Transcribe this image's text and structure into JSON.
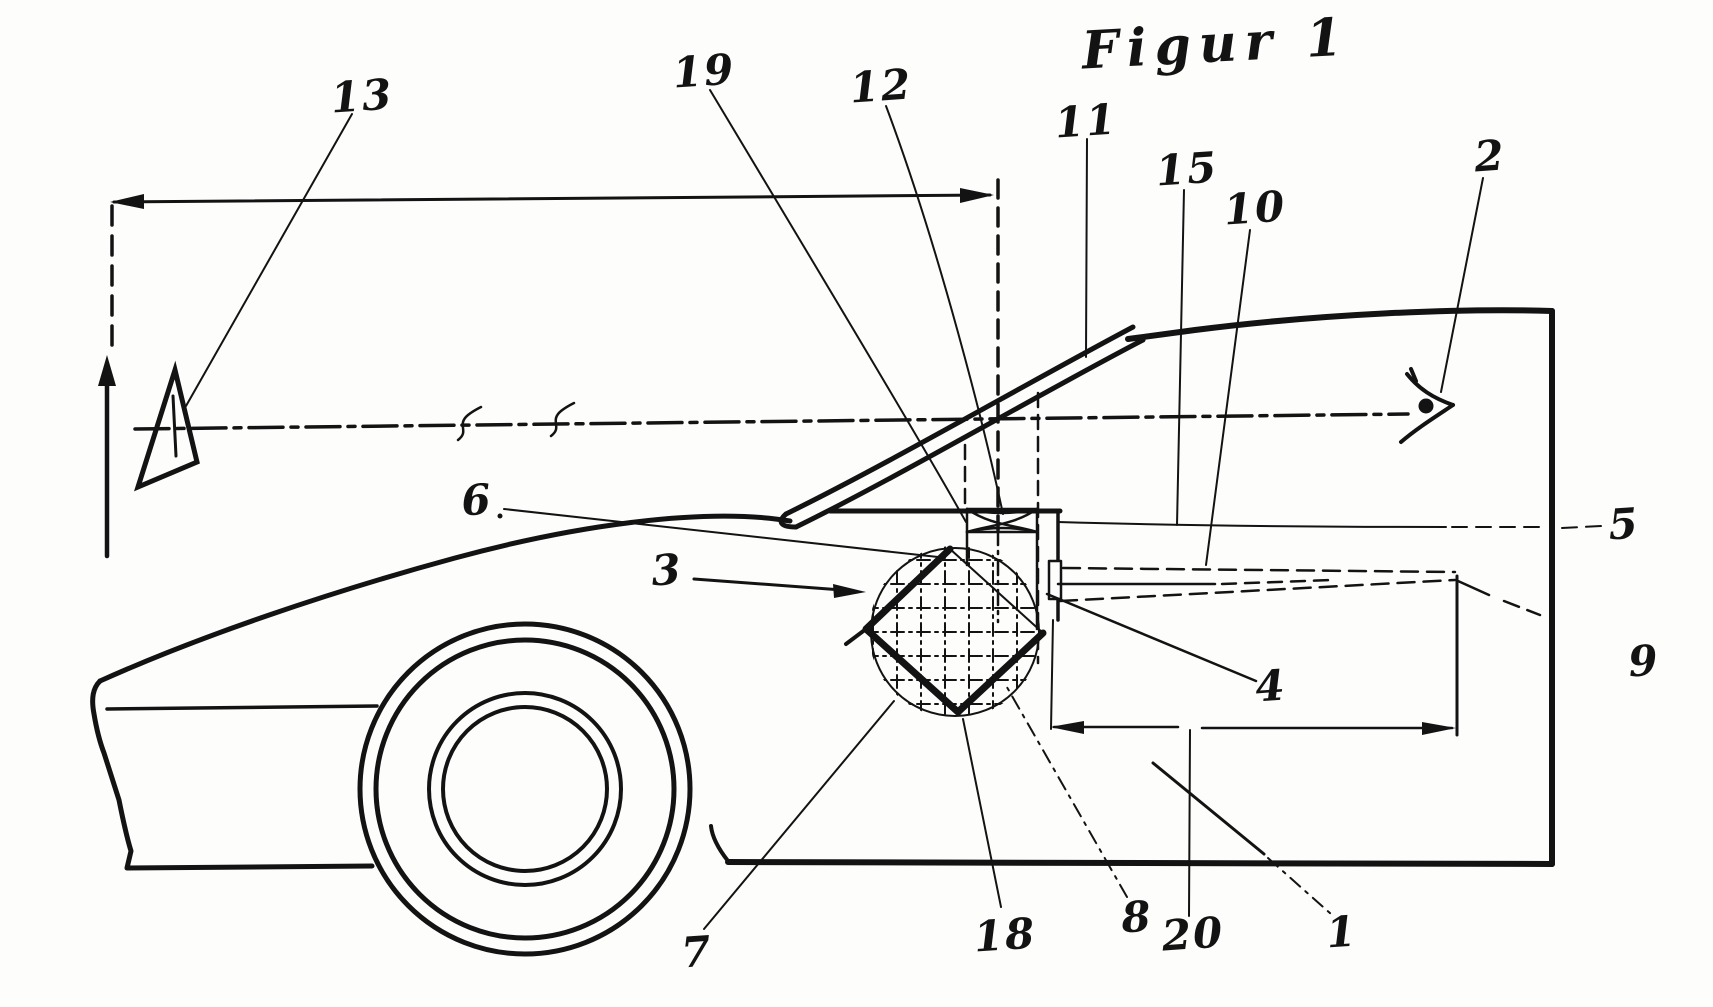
{
  "figure": {
    "title": "Figur 1",
    "type": "patent-line-drawing",
    "subject": "car side view with head-up display optics"
  },
  "colors": {
    "ink": "#131313",
    "paper": "#fdfdfc"
  },
  "labels": [
    {
      "part": "13",
      "text": "13"
    },
    {
      "part": "19",
      "text": "19"
    },
    {
      "part": "12",
      "text": "12"
    },
    {
      "part": "11",
      "text": "11"
    },
    {
      "part": "15",
      "text": "15"
    },
    {
      "part": "10",
      "text": "10"
    },
    {
      "part": "2",
      "text": "2"
    },
    {
      "part": "6",
      "text": "6"
    },
    {
      "part": "3",
      "text": "3"
    },
    {
      "part": "5",
      "text": "5"
    },
    {
      "part": "9",
      "text": "9"
    },
    {
      "part": "4",
      "text": "4"
    },
    {
      "part": "7",
      "text": "7"
    },
    {
      "part": "18",
      "text": "18"
    },
    {
      "part": "8",
      "text": "8"
    },
    {
      "part": "20",
      "text": "20"
    },
    {
      "part": "1",
      "text": "1"
    }
  ]
}
